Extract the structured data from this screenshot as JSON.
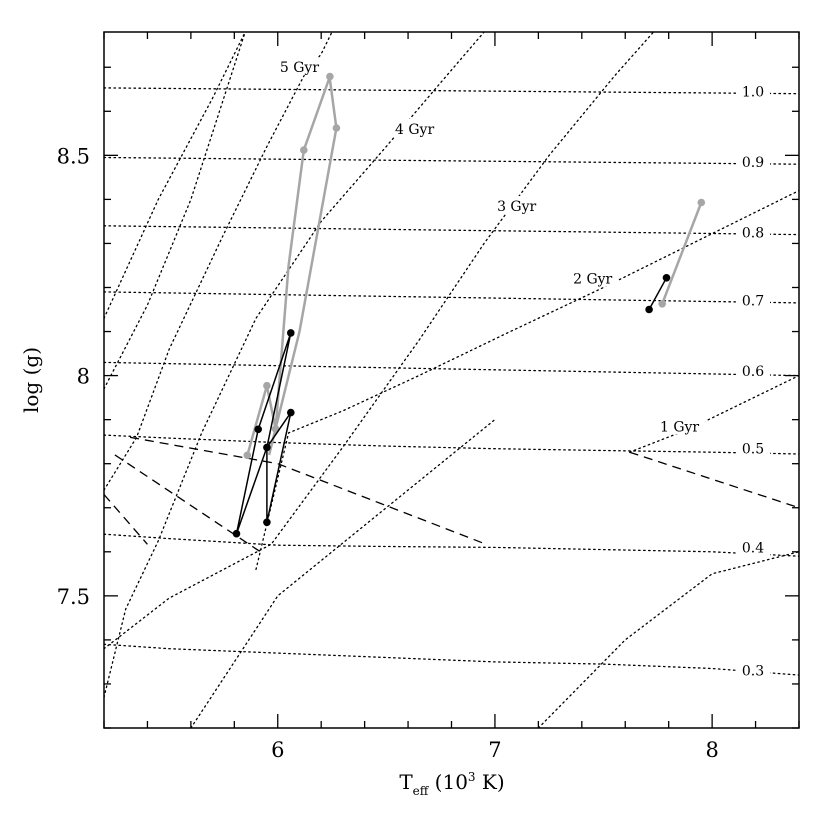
{
  "chart_data": {
    "type": "scatter",
    "title": "",
    "xlabel": {
      "base": "T",
      "sub": "eff",
      "rest": " (10",
      "sup": "3",
      "tail": " K)"
    },
    "ylabel": "log (g)",
    "xlim": [
      5.2,
      8.4
    ],
    "ylim": [
      7.2,
      8.78
    ],
    "x_ticks": [
      6,
      7,
      8
    ],
    "x_tick_labels": [
      "6",
      "7",
      "8"
    ],
    "y_ticks": [
      7.5,
      8,
      8.5
    ],
    "y_tick_labels": [
      "7.5",
      "8",
      "8.5"
    ],
    "grid": false,
    "mass_lines": [
      {
        "label": "1.0",
        "label_y": 8.645,
        "points": [
          [
            5.2,
            8.653
          ],
          [
            8.4,
            8.64
          ]
        ]
      },
      {
        "label": "0.9",
        "label_y": 8.485,
        "points": [
          [
            5.2,
            8.495
          ],
          [
            8.4,
            8.48
          ]
        ]
      },
      {
        "label": "0.8",
        "label_y": 8.325,
        "points": [
          [
            5.2,
            8.34
          ],
          [
            8.4,
            8.32
          ]
        ]
      },
      {
        "label": "0.7",
        "label_y": 8.17,
        "points": [
          [
            5.2,
            8.19
          ],
          [
            8.4,
            8.165
          ]
        ]
      },
      {
        "label": "0.6",
        "label_y": 8.01,
        "points": [
          [
            5.2,
            8.03
          ],
          [
            8.4,
            8.0
          ]
        ]
      },
      {
        "label": "0.5",
        "label_y": 7.835,
        "points": [
          [
            5.2,
            7.865
          ],
          [
            5.5,
            7.858
          ],
          [
            6,
            7.848
          ],
          [
            6.5,
            7.84
          ],
          [
            7,
            7.834
          ],
          [
            7.5,
            7.83
          ],
          [
            8,
            7.826
          ],
          [
            8.4,
            7.822
          ]
        ]
      },
      {
        "label": "0.4",
        "label_y": 7.61,
        "points": [
          [
            5.2,
            7.64
          ],
          [
            5.5,
            7.63
          ],
          [
            6,
            7.615
          ],
          [
            6.5,
            7.612
          ],
          [
            7,
            7.61
          ],
          [
            7.5,
            7.605
          ],
          [
            8,
            7.6
          ],
          [
            8.4,
            7.59
          ]
        ]
      },
      {
        "label": "0.3",
        "label_y": 7.33,
        "points": [
          [
            5.2,
            7.39
          ],
          [
            5.5,
            7.38
          ],
          [
            6,
            7.37
          ],
          [
            6.5,
            7.36
          ],
          [
            7,
            7.35
          ],
          [
            7.5,
            7.345
          ],
          [
            8,
            7.335
          ],
          [
            8.4,
            7.32
          ]
        ]
      }
    ],
    "isochrones": [
      {
        "label": "1 Gyr",
        "label_x": 7.85,
        "label_y": 7.885,
        "points": [
          [
            7.62,
            7.826
          ],
          [
            7.9,
            7.88
          ],
          [
            8.15,
            7.94
          ],
          [
            8.4,
            8.0
          ]
        ]
      },
      {
        "label": "2 Gyr",
        "label_x": 7.45,
        "label_y": 8.22,
        "points": [
          [
            5.9,
            7.56
          ],
          [
            6.05,
            7.87
          ],
          [
            6.3,
            7.92
          ],
          [
            6.65,
            8.0
          ],
          [
            7.05,
            8.095
          ],
          [
            7.5,
            8.2
          ],
          [
            7.95,
            8.31
          ],
          [
            8.4,
            8.42
          ]
        ]
      },
      {
        "label": "3 Gyr",
        "label_x": 7.1,
        "label_y": 8.385,
        "points": [
          [
            5.2,
            7.38
          ],
          [
            5.5,
            7.495
          ],
          [
            5.97,
            7.617
          ],
          [
            6.3,
            7.838
          ],
          [
            6.65,
            8.08
          ],
          [
            6.95,
            8.3
          ],
          [
            7.25,
            8.5
          ],
          [
            7.55,
            8.68
          ],
          [
            7.73,
            8.78
          ]
        ]
      },
      {
        "label": "4 Gyr",
        "label_x": 6.63,
        "label_y": 8.56,
        "points": [
          [
            5.2,
            7.27
          ],
          [
            5.3,
            7.47
          ],
          [
            5.45,
            7.625
          ],
          [
            5.65,
            7.87
          ],
          [
            5.9,
            8.13
          ],
          [
            6.2,
            8.35
          ],
          [
            6.5,
            8.52
          ],
          [
            6.75,
            8.665
          ],
          [
            6.95,
            8.78
          ]
        ]
      },
      {
        "label": "5 Gyr",
        "label_x": 6.1,
        "label_y": 8.7,
        "points": [
          [
            5.2,
            7.74
          ],
          [
            5.35,
            7.86
          ],
          [
            5.5,
            8.06
          ],
          [
            5.75,
            8.32
          ],
          [
            5.95,
            8.52
          ],
          [
            6.12,
            8.68
          ],
          [
            6.2,
            8.73
          ],
          [
            6.25,
            8.78
          ]
        ]
      },
      {
        "label": "",
        "points": [
          [
            5.2,
            8.13
          ],
          [
            5.45,
            8.4
          ],
          [
            5.7,
            8.63
          ],
          [
            5.85,
            8.78
          ]
        ]
      },
      {
        "label": "",
        "points": [
          [
            5.2,
            7.97
          ],
          [
            5.4,
            8.16
          ],
          [
            5.6,
            8.4
          ],
          [
            5.85,
            8.78
          ]
        ]
      },
      {
        "label": "",
        "points": [
          [
            5.6,
            7.2
          ],
          [
            6.0,
            7.5
          ],
          [
            6.5,
            7.7
          ],
          [
            7.0,
            7.9
          ]
        ]
      },
      {
        "label": "",
        "points": [
          [
            7.2,
            7.2
          ],
          [
            7.6,
            7.4
          ],
          [
            8.0,
            7.55
          ],
          [
            8.4,
            7.6
          ]
        ]
      }
    ],
    "dashed_boundary": [
      [
        [
          5.2,
          7.73
        ],
        [
          5.4,
          7.617
        ]
      ],
      [
        [
          5.25,
          7.82
        ],
        [
          5.92,
          7.6
        ]
      ],
      [
        [
          5.32,
          7.86
        ],
        [
          6.0,
          7.8
        ],
        [
          6.96,
          7.617
        ]
      ],
      [
        [
          7.62,
          7.826
        ],
        [
          8.4,
          7.7
        ]
      ]
    ],
    "series": [
      {
        "color": "#a6a6a6",
        "line_width": 2.5,
        "points": [
          [
            5.86,
            7.819
          ],
          [
            5.95,
            7.977
          ],
          [
            5.99,
            7.879
          ],
          [
            6.05,
            8.25
          ],
          [
            6.12,
            8.512
          ],
          [
            6.24,
            8.679
          ],
          [
            6.24,
            8.672
          ],
          [
            6.27,
            8.562
          ],
          [
            6.1,
            8.1
          ],
          [
            5.96,
            7.82
          ]
        ],
        "markers": [
          [
            5.86,
            7.819
          ],
          [
            5.95,
            7.977
          ],
          [
            5.99,
            7.879
          ],
          [
            6.12,
            8.512
          ],
          [
            6.24,
            8.679
          ],
          [
            6.27,
            8.562
          ]
        ]
      },
      {
        "color": "#a6a6a6",
        "line_width": 2.5,
        "points": [
          [
            7.77,
            8.163
          ],
          [
            7.95,
            8.393
          ]
        ],
        "markers": [
          [
            7.77,
            8.163
          ],
          [
            7.95,
            8.393
          ]
        ]
      },
      {
        "color": "#000000",
        "line_width": 1.5,
        "points": [
          [
            5.81,
            7.641
          ],
          [
            5.91,
            7.878
          ],
          [
            6.06,
            8.097
          ],
          [
            5.95,
            7.837
          ],
          [
            5.95,
            7.667
          ],
          [
            6.06,
            7.916
          ],
          [
            5.95,
            7.837
          ],
          [
            5.81,
            7.641
          ]
        ],
        "markers": [
          [
            5.81,
            7.641
          ],
          [
            5.91,
            7.878
          ],
          [
            6.06,
            8.097
          ],
          [
            5.95,
            7.837
          ],
          [
            5.95,
            7.667
          ],
          [
            6.06,
            7.916
          ]
        ]
      },
      {
        "color": "#000000",
        "line_width": 1.5,
        "points": [
          [
            7.71,
            8.15
          ],
          [
            7.79,
            8.222
          ]
        ],
        "markers": [
          [
            7.71,
            8.15
          ],
          [
            7.79,
            8.222
          ]
        ]
      }
    ]
  }
}
